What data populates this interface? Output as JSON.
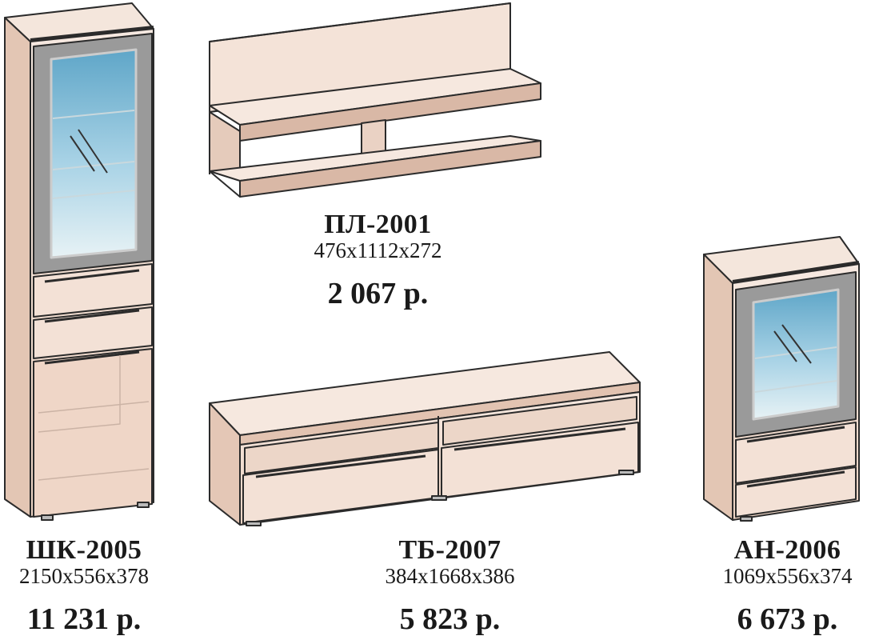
{
  "products": [
    {
      "code": "ШК-2005",
      "dims": "2150x556x378",
      "price": "11 231 р."
    },
    {
      "code": "ПЛ-2001",
      "dims": "476x1112x272",
      "price": "2 067 р."
    },
    {
      "code": "ТБ-2007",
      "dims": "384x1668x386",
      "price": "5 823 р."
    },
    {
      "code": "АН-2006",
      "dims": "1069x556x374",
      "price": "6 673 р."
    }
  ]
}
